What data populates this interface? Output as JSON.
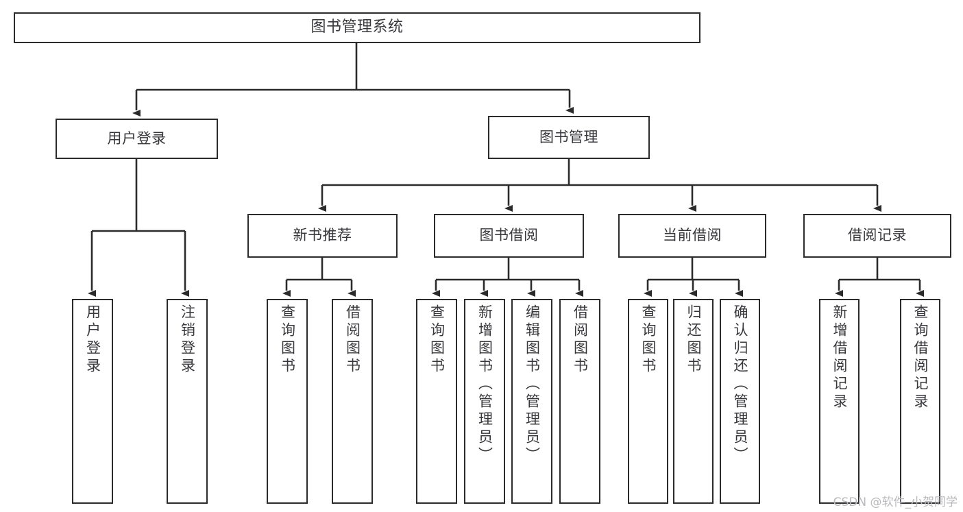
{
  "diagram": {
    "type": "tree-hierarchy-chart",
    "title": "图书管理系统",
    "orientation": "top-down",
    "watermark": "CSDN @软件_小贺同学",
    "colors": {
      "box_border": "#2b2b2b",
      "box_fill": "#ffffff",
      "text": "#38383c",
      "connector": "#2b2b2b",
      "watermark": "#b9b9bd",
      "background": "#ffffff"
    },
    "levels": {
      "level1": [
        "图书管理系统"
      ],
      "level2": [
        "用户登录",
        "图书管理"
      ],
      "level3": [
        "新书推荐",
        "图书借阅",
        "当前借阅",
        "借阅记录"
      ],
      "level4": [
        "用户登录",
        "注销登录",
        "查询图书",
        "借阅图书",
        "查询图书",
        "新增图书（管理员）",
        "编辑图书（管理员）",
        "借阅图书",
        "查询图书",
        "归还图书",
        "确认归还（管理员）",
        "新增借阅记录",
        "查询借阅记录"
      ]
    },
    "nodes": {
      "root": {
        "label": "图书管理系统"
      },
      "user_login": {
        "label": "用户登录"
      },
      "book_manage": {
        "label": "图书管理"
      },
      "new_book_rec": {
        "label": "新书推荐"
      },
      "book_borrow": {
        "label": "图书借阅"
      },
      "current_borrow": {
        "label": "当前借阅"
      },
      "borrow_record": {
        "label": "借阅记录"
      },
      "leaf_user_login": {
        "label": "用户登录"
      },
      "leaf_logout": {
        "label": "注销登录"
      },
      "leaf_query_book_a": {
        "label": "查询图书"
      },
      "leaf_borrow_book_a": {
        "label": "借阅图书"
      },
      "leaf_query_book_b": {
        "label": "查询图书"
      },
      "leaf_add_book": {
        "label": "新增图书（管理员）"
      },
      "leaf_edit_book": {
        "label": "编辑图书（管理员）"
      },
      "leaf_borrow_book_b": {
        "label": "借阅图书"
      },
      "leaf_query_book_c": {
        "label": "查询图书"
      },
      "leaf_return_book": {
        "label": "归还图书"
      },
      "leaf_confirm_return": {
        "label": "确认归还（管理员）"
      },
      "leaf_add_record": {
        "label": "新增借阅记录"
      },
      "leaf_query_record": {
        "label": "查询借阅记录"
      }
    },
    "edges": [
      {
        "from": "root",
        "to": "user_login"
      },
      {
        "from": "root",
        "to": "book_manage"
      },
      {
        "from": "user_login",
        "to": "leaf_user_login"
      },
      {
        "from": "user_login",
        "to": "leaf_logout"
      },
      {
        "from": "book_manage",
        "to": "new_book_rec"
      },
      {
        "from": "book_manage",
        "to": "book_borrow"
      },
      {
        "from": "book_manage",
        "to": "current_borrow"
      },
      {
        "from": "book_manage",
        "to": "borrow_record"
      },
      {
        "from": "new_book_rec",
        "to": "leaf_query_book_a"
      },
      {
        "from": "new_book_rec",
        "to": "leaf_borrow_book_a"
      },
      {
        "from": "book_borrow",
        "to": "leaf_query_book_b"
      },
      {
        "from": "book_borrow",
        "to": "leaf_add_book"
      },
      {
        "from": "book_borrow",
        "to": "leaf_edit_book"
      },
      {
        "from": "book_borrow",
        "to": "leaf_borrow_book_b"
      },
      {
        "from": "current_borrow",
        "to": "leaf_query_book_c"
      },
      {
        "from": "current_borrow",
        "to": "leaf_return_book"
      },
      {
        "from": "current_borrow",
        "to": "leaf_confirm_return"
      },
      {
        "from": "borrow_record",
        "to": "leaf_add_record"
      },
      {
        "from": "borrow_record",
        "to": "leaf_query_record"
      }
    ]
  }
}
